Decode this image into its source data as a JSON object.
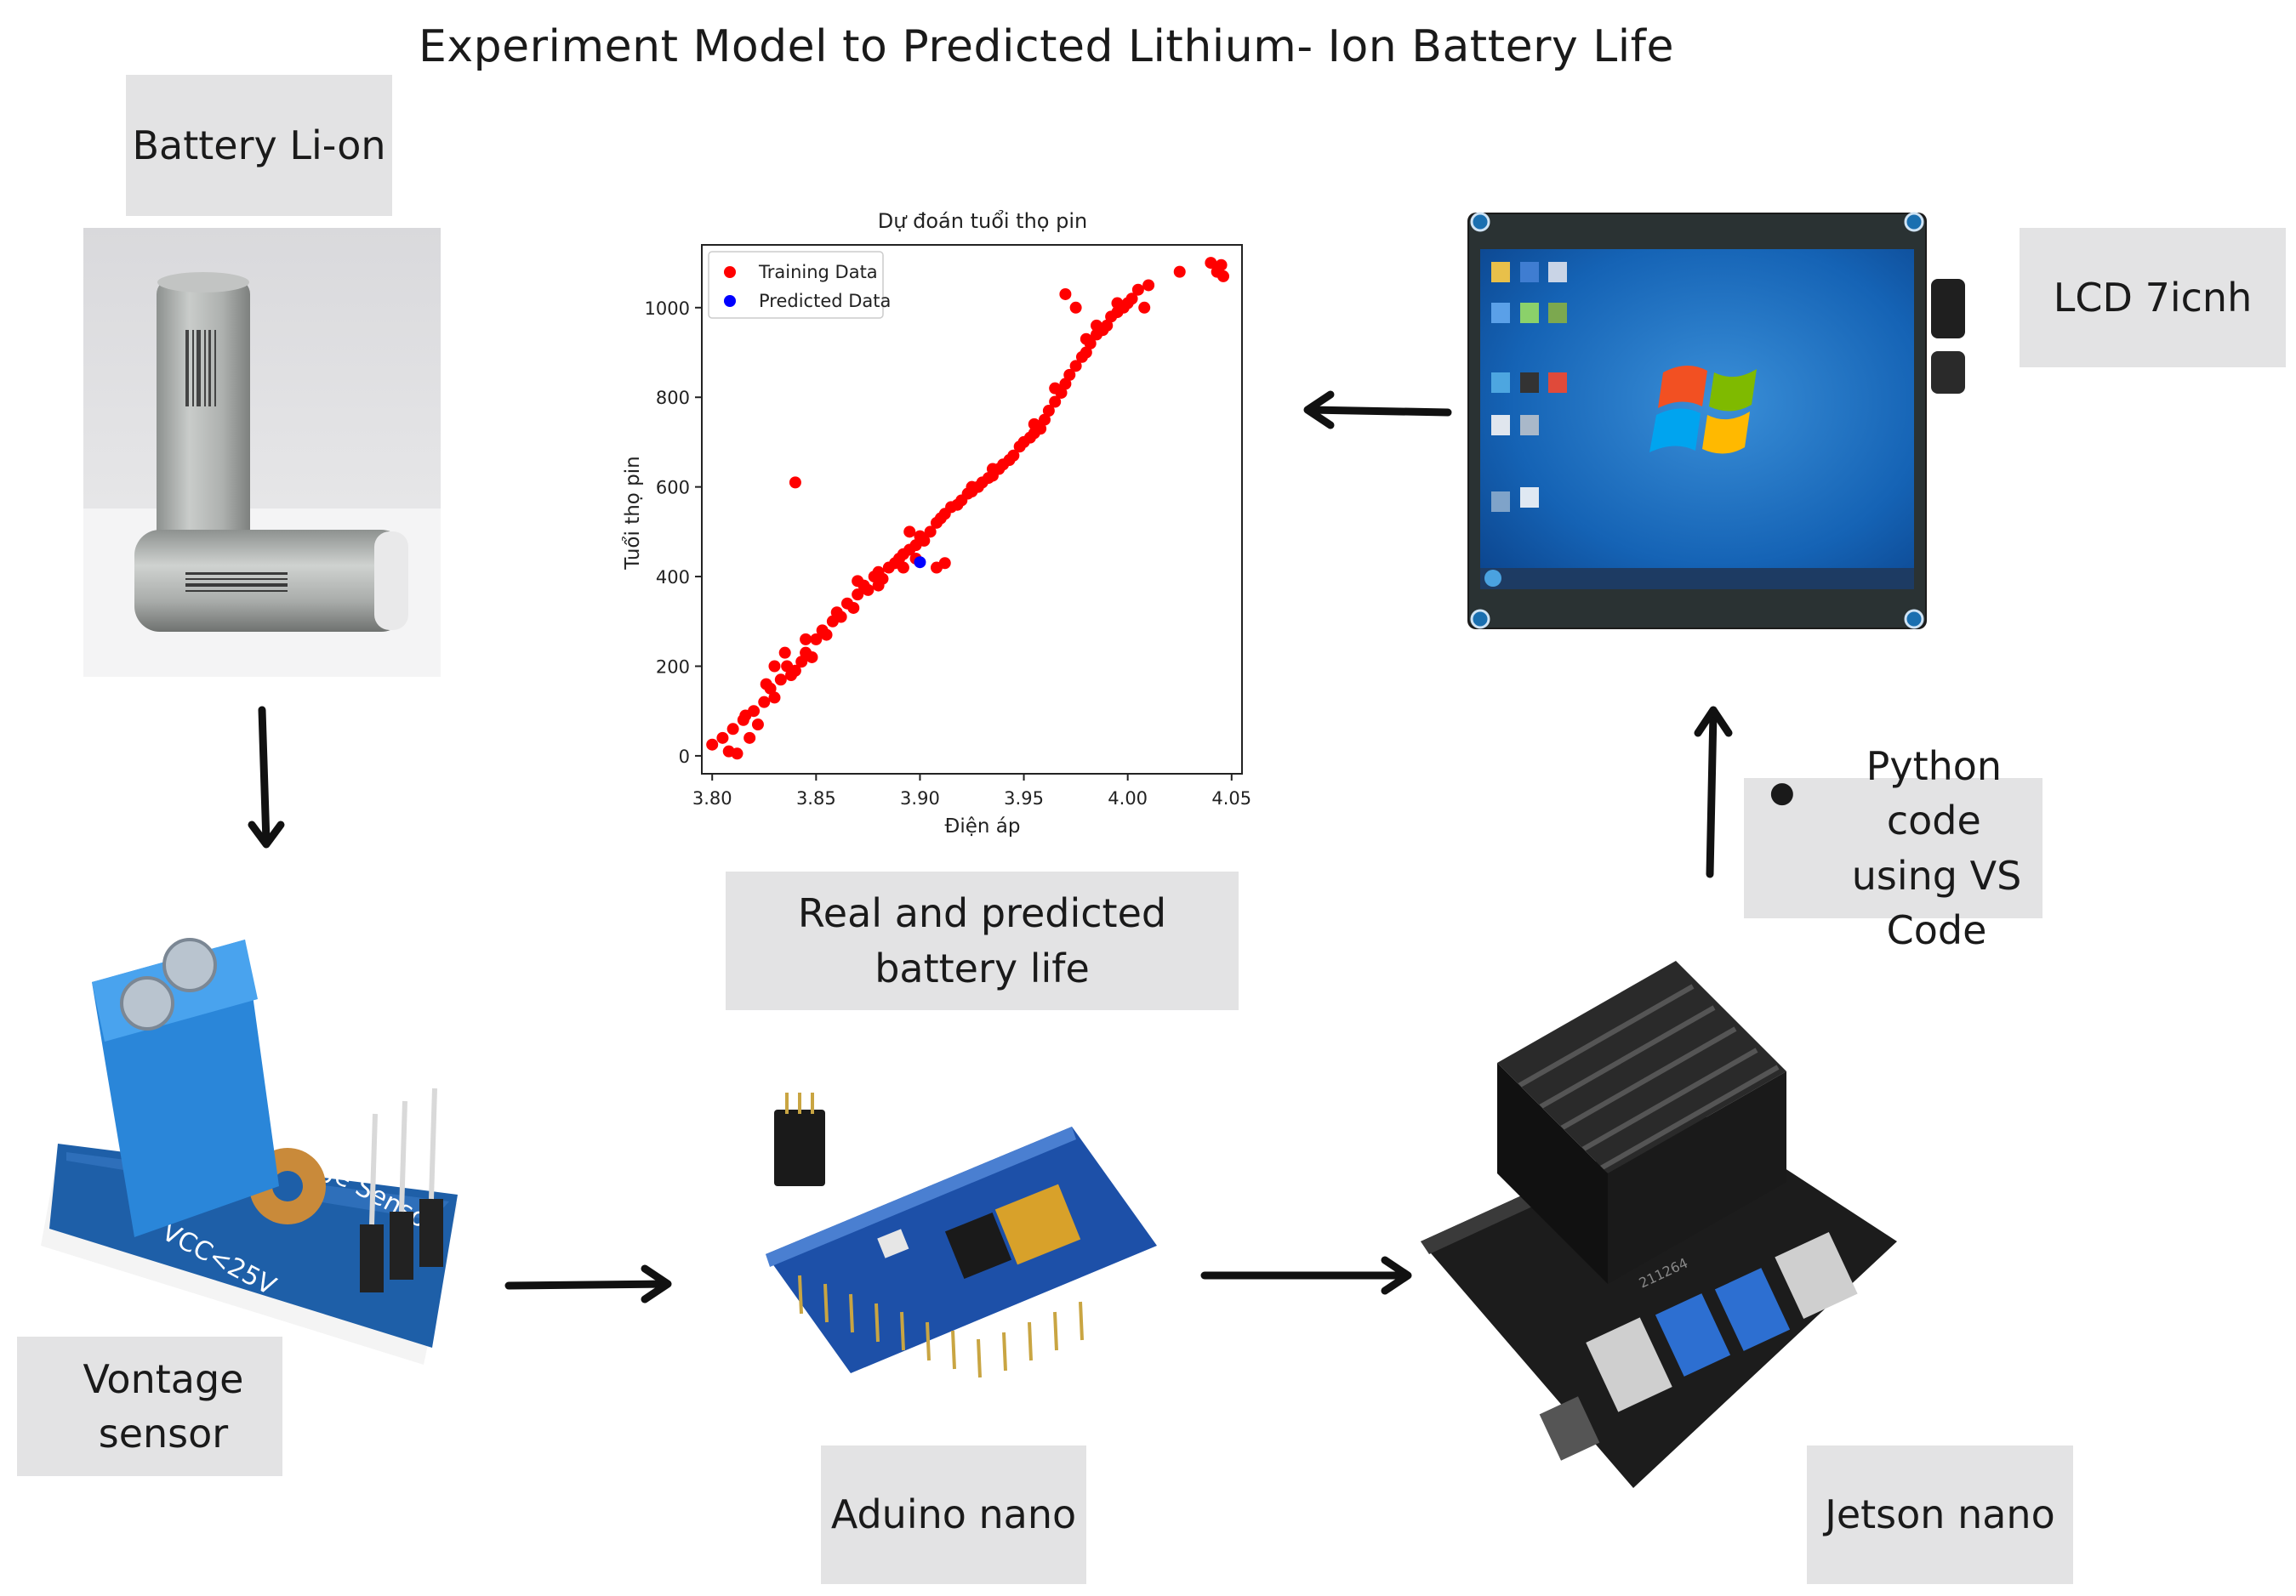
{
  "title": "Experiment Model to Predicted Lithium- Ion Battery Life",
  "labels": {
    "battery": "Battery Li-on",
    "lcd": "LCD 7icnh",
    "python_line1": "Python code",
    "python_line2": "using VS Code",
    "chart_caption": "Real and predicted battery life",
    "voltage_sensor": "Vontage sensor",
    "arduino": "Aduino nano",
    "jetson": "Jetson nano"
  },
  "sensor_text": {
    "board": "Voltage Sensor",
    "vcc": "VCC<25V"
  },
  "jetson_text": "211264",
  "colors": {
    "label_bg": "#e3e3e4",
    "training": "#ff0000",
    "predicted": "#0000ff"
  },
  "chart_data": {
    "type": "scatter",
    "title": "Dự đoán tuổi thọ pin",
    "xlabel": "Điện áp",
    "ylabel": "Tuổi thọ pin",
    "xlim": [
      3.795,
      4.055
    ],
    "ylim": [
      -40,
      1140
    ],
    "xticks": [
      3.8,
      3.85,
      3.9,
      3.95,
      4.0,
      4.05
    ],
    "xtick_labels": [
      "3.80",
      "3.85",
      "3.90",
      "3.95",
      "4.00",
      "4.05"
    ],
    "yticks": [
      0,
      200,
      400,
      600,
      800,
      1000
    ],
    "ytick_labels": [
      "0",
      "200",
      "400",
      "600",
      "800",
      "1000"
    ],
    "legend_position": "top-left",
    "series": [
      {
        "name": "Training Data",
        "color": "#ff0000",
        "points": [
          [
            3.8,
            25
          ],
          [
            3.805,
            40
          ],
          [
            3.808,
            10
          ],
          [
            3.81,
            60
          ],
          [
            3.812,
            5
          ],
          [
            3.815,
            80
          ],
          [
            3.818,
            40
          ],
          [
            3.82,
            100
          ],
          [
            3.822,
            70
          ],
          [
            3.825,
            120
          ],
          [
            3.828,
            150
          ],
          [
            3.83,
            130
          ],
          [
            3.833,
            170
          ],
          [
            3.836,
            200
          ],
          [
            3.838,
            180
          ],
          [
            3.84,
            190
          ],
          [
            3.843,
            210
          ],
          [
            3.845,
            230
          ],
          [
            3.848,
            220
          ],
          [
            3.85,
            260
          ],
          [
            3.853,
            280
          ],
          [
            3.855,
            270
          ],
          [
            3.858,
            300
          ],
          [
            3.86,
            320
          ],
          [
            3.862,
            310
          ],
          [
            3.865,
            340
          ],
          [
            3.868,
            330
          ],
          [
            3.87,
            360
          ],
          [
            3.873,
            380
          ],
          [
            3.875,
            370
          ],
          [
            3.878,
            400
          ],
          [
            3.88,
            410
          ],
          [
            3.882,
            395
          ],
          [
            3.885,
            420
          ],
          [
            3.888,
            430
          ],
          [
            3.89,
            440
          ],
          [
            3.892,
            450
          ],
          [
            3.895,
            460
          ],
          [
            3.898,
            470
          ],
          [
            3.9,
            490
          ],
          [
            3.902,
            480
          ],
          [
            3.905,
            500
          ],
          [
            3.908,
            520
          ],
          [
            3.91,
            530
          ],
          [
            3.912,
            540
          ],
          [
            3.915,
            555
          ],
          [
            3.918,
            560
          ],
          [
            3.92,
            570
          ],
          [
            3.923,
            585
          ],
          [
            3.925,
            590
          ],
          [
            3.928,
            600
          ],
          [
            3.93,
            610
          ],
          [
            3.933,
            620
          ],
          [
            3.935,
            625
          ],
          [
            3.938,
            640
          ],
          [
            3.94,
            650
          ],
          [
            3.943,
            660
          ],
          [
            3.945,
            670
          ],
          [
            3.948,
            690
          ],
          [
            3.95,
            700
          ],
          [
            3.953,
            710
          ],
          [
            3.955,
            720
          ],
          [
            3.958,
            730
          ],
          [
            3.96,
            750
          ],
          [
            3.962,
            770
          ],
          [
            3.965,
            790
          ],
          [
            3.968,
            810
          ],
          [
            3.97,
            830
          ],
          [
            3.972,
            850
          ],
          [
            3.975,
            870
          ],
          [
            3.978,
            890
          ],
          [
            3.98,
            900
          ],
          [
            3.982,
            920
          ],
          [
            3.985,
            940
          ],
          [
            3.988,
            950
          ],
          [
            3.99,
            960
          ],
          [
            3.992,
            980
          ],
          [
            3.995,
            990
          ],
          [
            3.998,
            1000
          ],
          [
            4.0,
            1010
          ],
          [
            4.002,
            1020
          ],
          [
            4.005,
            1040
          ],
          [
            4.008,
            1000
          ],
          [
            4.01,
            1050
          ],
          [
            4.025,
            1080
          ],
          [
            4.04,
            1100
          ],
          [
            4.043,
            1080
          ],
          [
            4.045,
            1095
          ],
          [
            4.046,
            1070
          ],
          [
            3.84,
            610
          ],
          [
            3.895,
            500
          ],
          [
            3.908,
            420
          ],
          [
            3.912,
            430
          ],
          [
            3.892,
            420
          ],
          [
            3.985,
            960
          ],
          [
            3.975,
            1000
          ],
          [
            3.97,
            1030
          ],
          [
            3.83,
            200
          ],
          [
            3.835,
            230
          ],
          [
            3.826,
            160
          ],
          [
            3.816,
            90
          ],
          [
            3.845,
            260
          ],
          [
            3.87,
            390
          ],
          [
            3.88,
            380
          ],
          [
            3.898,
            440
          ],
          [
            3.925,
            600
          ],
          [
            3.935,
            640
          ],
          [
            3.955,
            740
          ],
          [
            3.965,
            820
          ],
          [
            3.98,
            930
          ],
          [
            3.995,
            1010
          ]
        ]
      },
      {
        "name": "Predicted Data",
        "color": "#0000ff",
        "points": [
          [
            3.9,
            432
          ]
        ]
      }
    ]
  }
}
